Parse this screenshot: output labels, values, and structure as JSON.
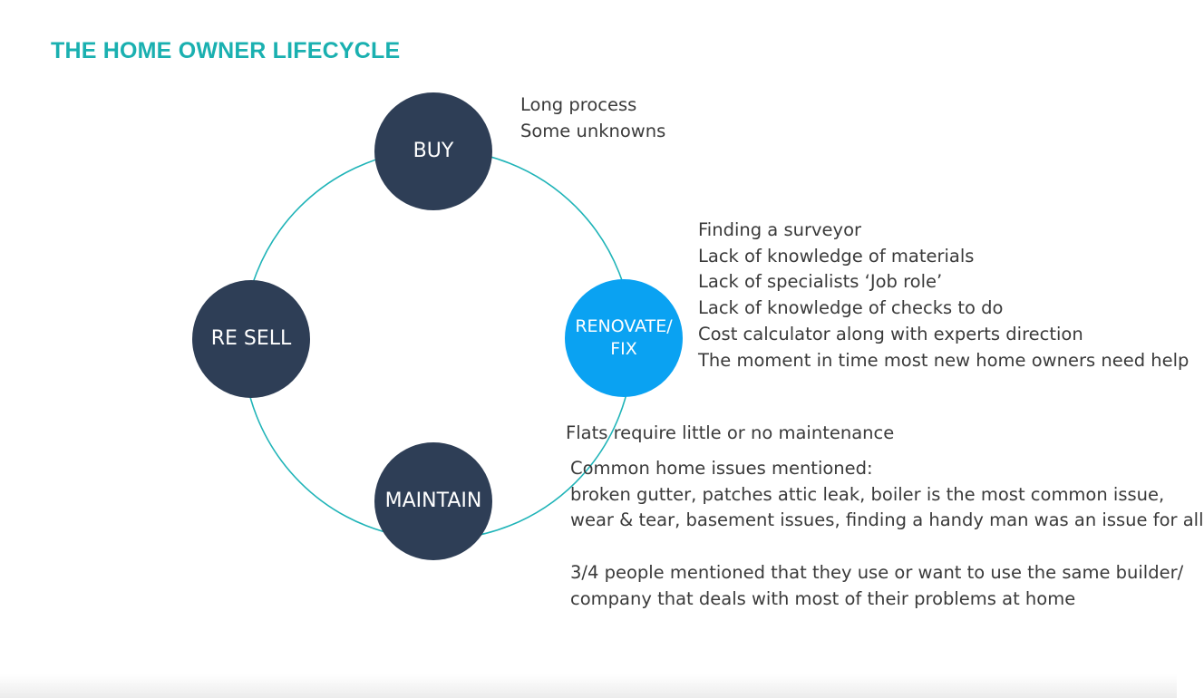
{
  "title": "THE HOME OWNER LIFECYCLE",
  "colors": {
    "title": "#1ab0b0",
    "node_dark": "#2e3e56",
    "node_highlight": "#0aa2f2",
    "ring_line": "#20b4b8",
    "text": "#3a3a3a"
  },
  "stages": {
    "buy": {
      "label": "BUY"
    },
    "renovate": {
      "label": "RENOVATE/\nFIX"
    },
    "maintain": {
      "label": "MAINTAIN"
    },
    "resell": {
      "label": "RE SELL"
    }
  },
  "notes": {
    "buy": [
      "Long process",
      "Some unknowns"
    ],
    "renovate": [
      "Finding a surveyor",
      "Lack of knowledge of materials",
      "Lack of specialists ‘Job role’",
      "Lack of knowledge of checks to do",
      "Cost calculator along with experts direction",
      "The moment in time most new home owners need help"
    ],
    "flats": "Flats require little or no maintenance",
    "maintain": [
      "Common home issues mentioned:",
      "broken gutter, patches attic leak, boiler is the most common issue,",
      "wear & tear, basement issues, finding a handy man was an issue for all",
      "",
      "3/4 people mentioned that they use or want to use the same builder/",
      "company that deals with most of their problems at home"
    ]
  }
}
